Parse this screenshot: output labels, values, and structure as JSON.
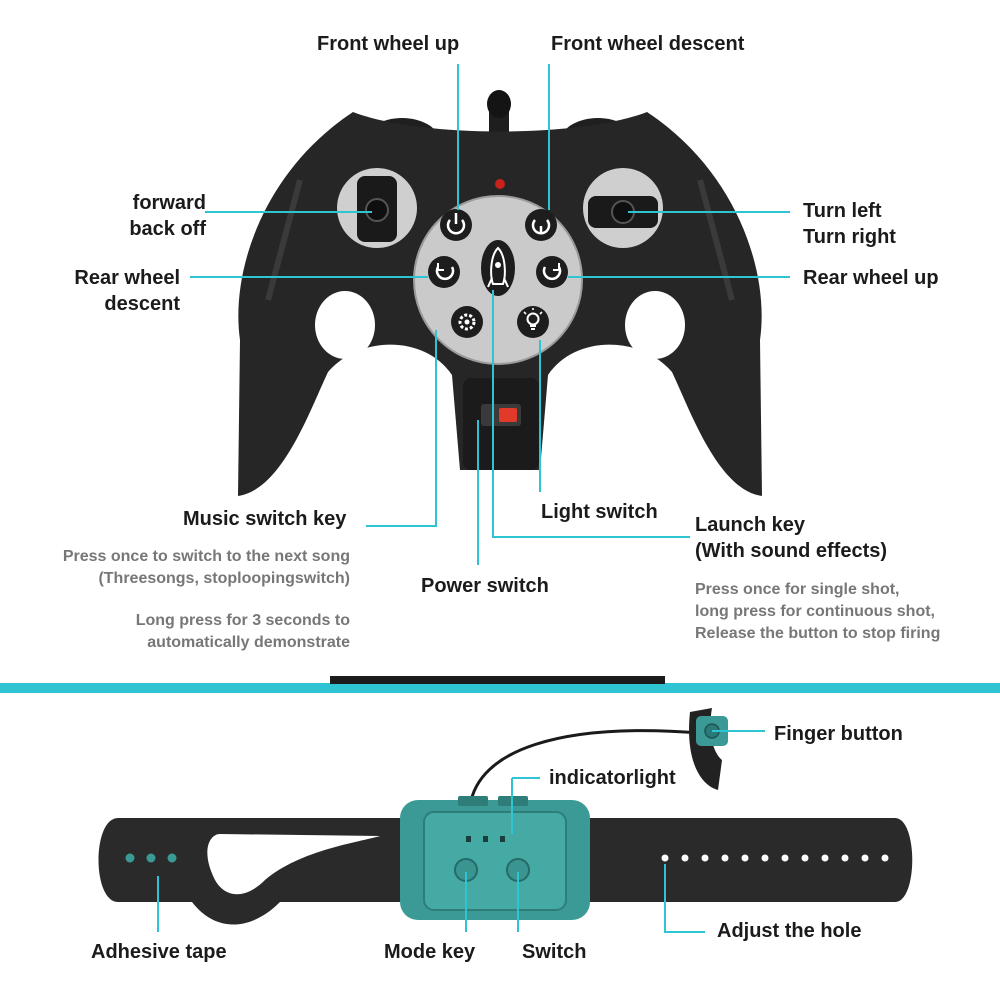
{
  "colors": {
    "callout": "#2fc4d3",
    "accent_bar": "#2fc4d3",
    "controller_body": "#262626",
    "panel": "#c9c9c9",
    "band": "#2a2a2a",
    "module": "#3b9a96",
    "power_switch": "#e23a2a"
  },
  "controller": {
    "front_wheel_up": "Front wheel up",
    "front_wheel_descent": "Front wheel descent",
    "forward_back": [
      "forward",
      "back off"
    ],
    "turn": [
      "Turn left",
      "Turn right"
    ],
    "rear_wheel_descent": [
      "Rear wheel",
      "descent"
    ],
    "rear_wheel_up": "Rear wheel up",
    "music_switch_key": "Music switch key",
    "music_desc_1": [
      "Press once to switch to the next song",
      "(Threesongs, stoploopingswitch)"
    ],
    "music_desc_2": [
      "Long press for 3 seconds to",
      "automatically demonstrate"
    ],
    "light_switch": "Light switch",
    "launch_key": [
      "Launch key",
      "(With sound effects)"
    ],
    "launch_desc": [
      "Press once for single shot,",
      "long press for continuous shot,",
      "Release the button to stop firing"
    ],
    "power_switch": "Power switch",
    "button_icons": [
      "rotate-up-icon",
      "rotate-down-icon",
      "rotate-left-icon",
      "rocket-icon",
      "rotate-right-icon",
      "gear-music-icon",
      "bulb-icon"
    ]
  },
  "wristband": {
    "finger_button": "Finger button",
    "indicator_light": "indicatorlight",
    "adhesive_tape": "Adhesive tape",
    "mode_key": "Mode key",
    "switch": "Switch",
    "adjust_hole": "Adjust the hole"
  }
}
